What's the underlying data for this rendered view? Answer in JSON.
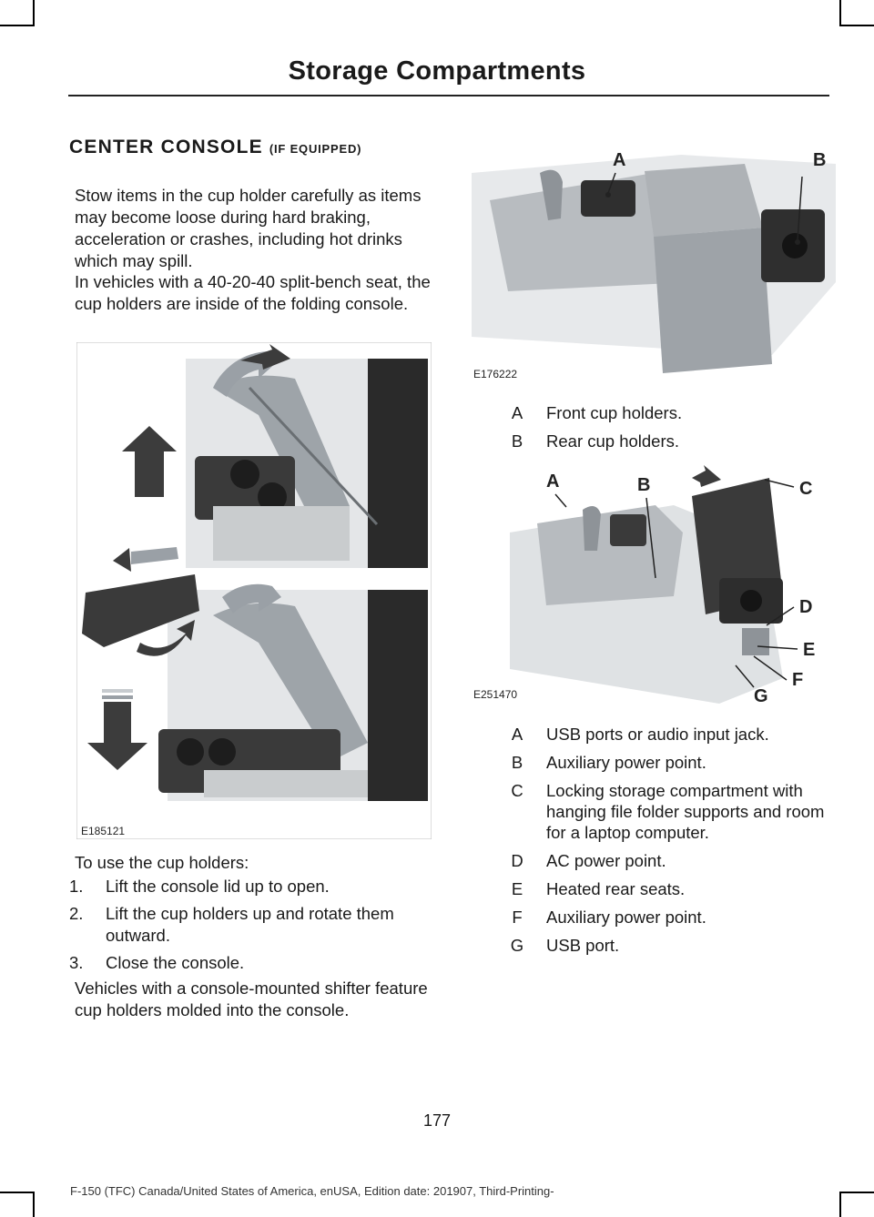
{
  "header": {
    "title": "Storage Compartments"
  },
  "section": {
    "title": "CENTER CONSOLE",
    "qualifier": "(IF EQUIPPED)"
  },
  "intro": {
    "p1": "Stow items in the cup holder carefully as items may become loose during hard braking, acceleration or crashes, including hot drinks which may spill.",
    "p2": "In vehicles with a 40-20-40 split-bench seat, the cup holders are inside of the folding console."
  },
  "figures": {
    "fig1": {
      "code": "E185121"
    },
    "fig2": {
      "code": "E176222",
      "callouts": [
        "A",
        "B"
      ]
    },
    "fig3": {
      "code": "E251470",
      "callouts": [
        "A",
        "B",
        "C",
        "D",
        "E",
        "F",
        "G"
      ]
    }
  },
  "legend1": [
    {
      "key": "A",
      "text": "Front cup holders."
    },
    {
      "key": "B",
      "text": "Rear cup holders."
    }
  ],
  "legend2": [
    {
      "key": "A",
      "text": "USB ports or audio input jack."
    },
    {
      "key": "B",
      "text": "Auxiliary power point."
    },
    {
      "key": "C",
      "text": "Locking storage compartment with hanging file folder supports and room for a laptop computer."
    },
    {
      "key": "D",
      "text": "AC power point."
    },
    {
      "key": "E",
      "text": "Heated rear seats."
    },
    {
      "key": "F",
      "text": "Auxiliary power point."
    },
    {
      "key": "G",
      "text": "USB port."
    }
  ],
  "instructions": {
    "lead": "To use the cup holders:",
    "steps": [
      {
        "num": "1.",
        "text": "Lift the console lid up to open."
      },
      {
        "num": "2.",
        "text": "Lift the cup holders up and rotate them outward."
      },
      {
        "num": "3.",
        "text": "Close the console."
      }
    ],
    "note": "Vehicles with a console-mounted shifter feature cup holders molded into the console."
  },
  "footer": {
    "page_number": "177",
    "edition": "F-150 (TFC) Canada/United States of America, enUSA, Edition date: 201907, Third-Printing-"
  },
  "colors": {
    "text": "#1a1a1a",
    "rule": "#222222",
    "arrow_dark": "#3c3c3c",
    "arrow_light": "#9aa0a6"
  }
}
